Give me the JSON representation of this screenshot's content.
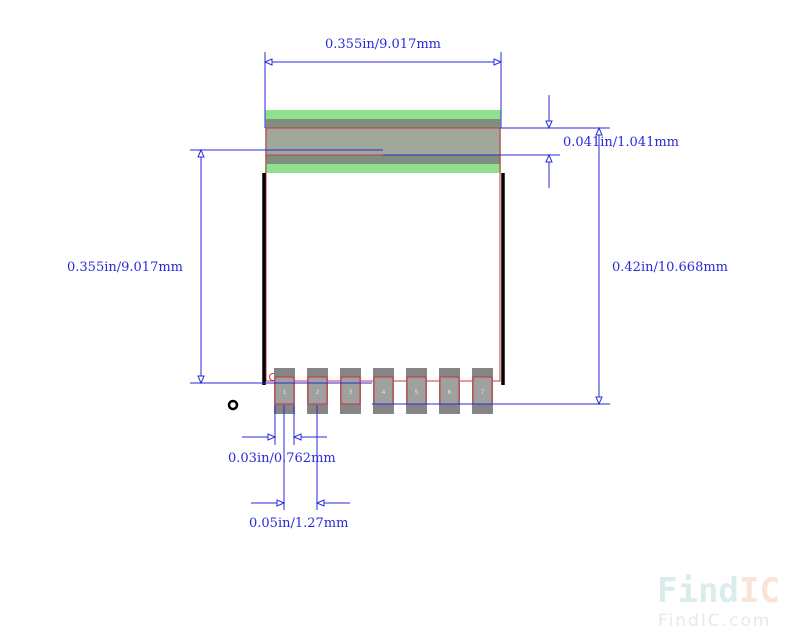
{
  "diagram": {
    "title": "Package footprint dimension drawing",
    "pin_count": 7,
    "pads": [
      {
        "label": "1"
      },
      {
        "label": "2"
      },
      {
        "label": "3"
      },
      {
        "label": "4"
      },
      {
        "label": "5"
      },
      {
        "label": "6"
      },
      {
        "label": "7"
      }
    ],
    "dimensions": {
      "top_width": "0.355in/9.017mm",
      "tab_height": "0.041in/1.041mm",
      "left_height": "0.355in/9.017mm",
      "right_height": "0.42in/10.668mm",
      "pad_width": "0.03in/0.762mm",
      "pad_pitch": "0.05in/1.27mm"
    },
    "colors": {
      "dimension": "#2a2ad8",
      "outline": "#cc3344",
      "pad": "#8c8c8c",
      "tab_green": "#90e090",
      "silkscreen": "#000000"
    }
  },
  "watermark": {
    "logo_left": "Find",
    "logo_right": "IC",
    "url": "FindIC.com"
  }
}
